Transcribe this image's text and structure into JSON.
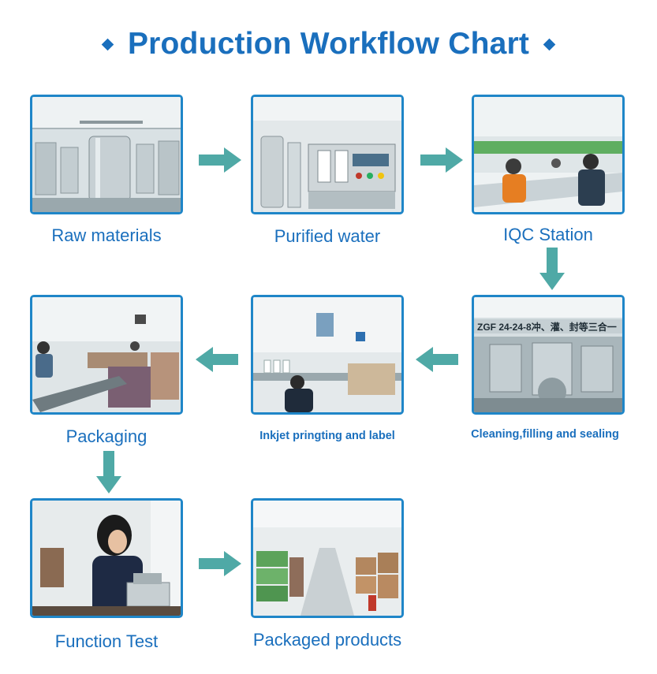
{
  "title": "Production Workflow Chart",
  "colors": {
    "accent": "#1a6fbd",
    "arrow": "#4fa9a6",
    "frame": "#1f86c8"
  },
  "steps": [
    {
      "label": "Raw materials",
      "icon": "tank-photo"
    },
    {
      "label": "Purified water",
      "icon": "water-machine-photo"
    },
    {
      "label": "IQC Station",
      "icon": "inspection-photo"
    },
    {
      "label": "Cleaning,filling and sealing",
      "icon": "filling-machine-photo"
    },
    {
      "label": "Inkjet pringting and label",
      "icon": "labeling-line-photo"
    },
    {
      "label": "Packaging",
      "icon": "packaging-photo"
    },
    {
      "label": "Function Test",
      "icon": "lab-test-photo"
    },
    {
      "label": "Packaged products",
      "icon": "warehouse-photo"
    }
  ],
  "machine_text": "ZGF 24-24-8冲、灌、封等三合一"
}
